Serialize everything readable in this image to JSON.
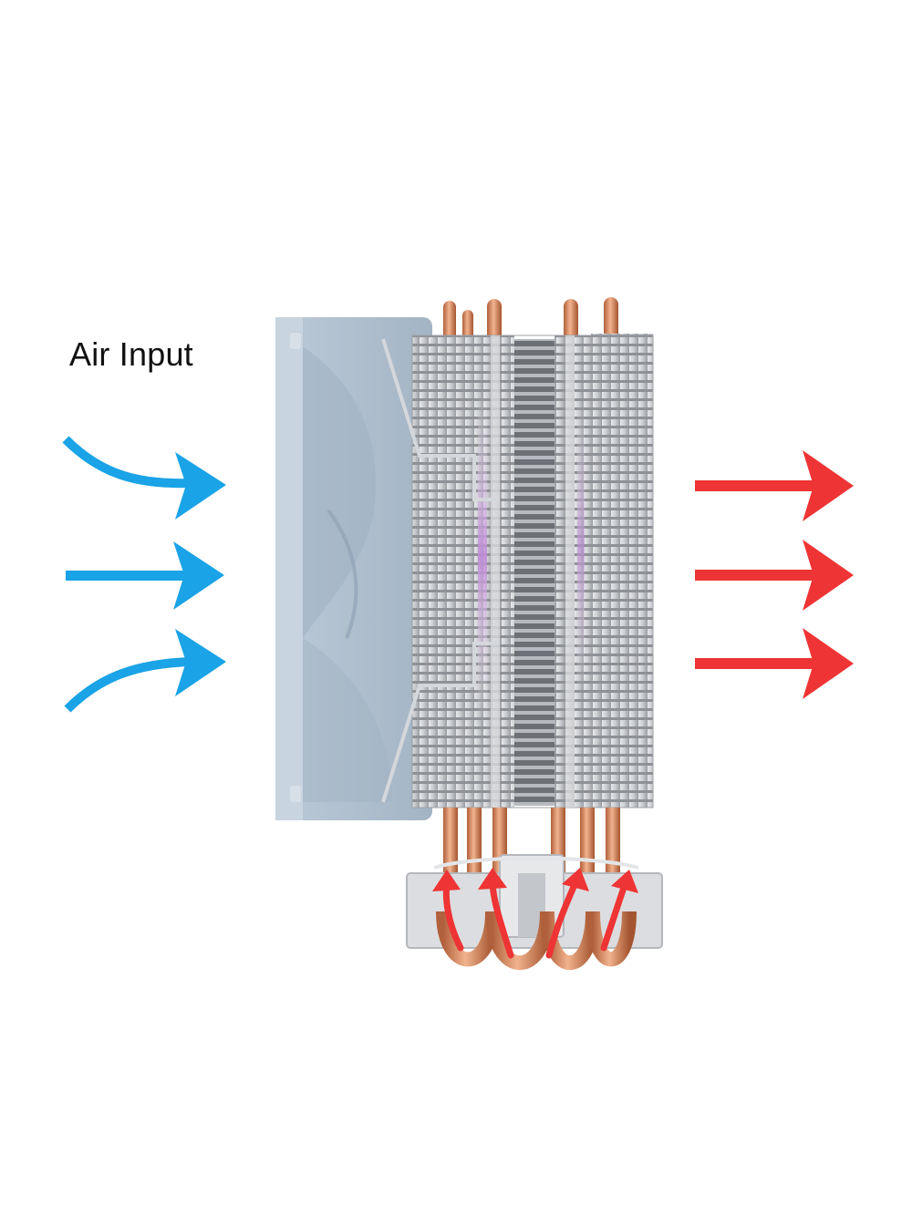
{
  "diagram": {
    "label": "Air Input",
    "subject": "cpu-tower-cooler",
    "colors": {
      "background": "#ffffff",
      "intake_arrow": "#1aa3e6",
      "exhaust_arrow": "#ee3434",
      "heat_arrow": "#ee3434",
      "fan_frame": "#aebfcf",
      "fin": "#c8cacd",
      "heatpipe": "#d9895c",
      "rgb_glow": "#c08ad8"
    },
    "arrows": {
      "intake_count": 3,
      "exhaust_count": 3,
      "heat_rise_count": 4
    },
    "icons": [
      "intake-arrow-icon",
      "exhaust-arrow-icon",
      "heat-rise-arrow-icon"
    ]
  }
}
